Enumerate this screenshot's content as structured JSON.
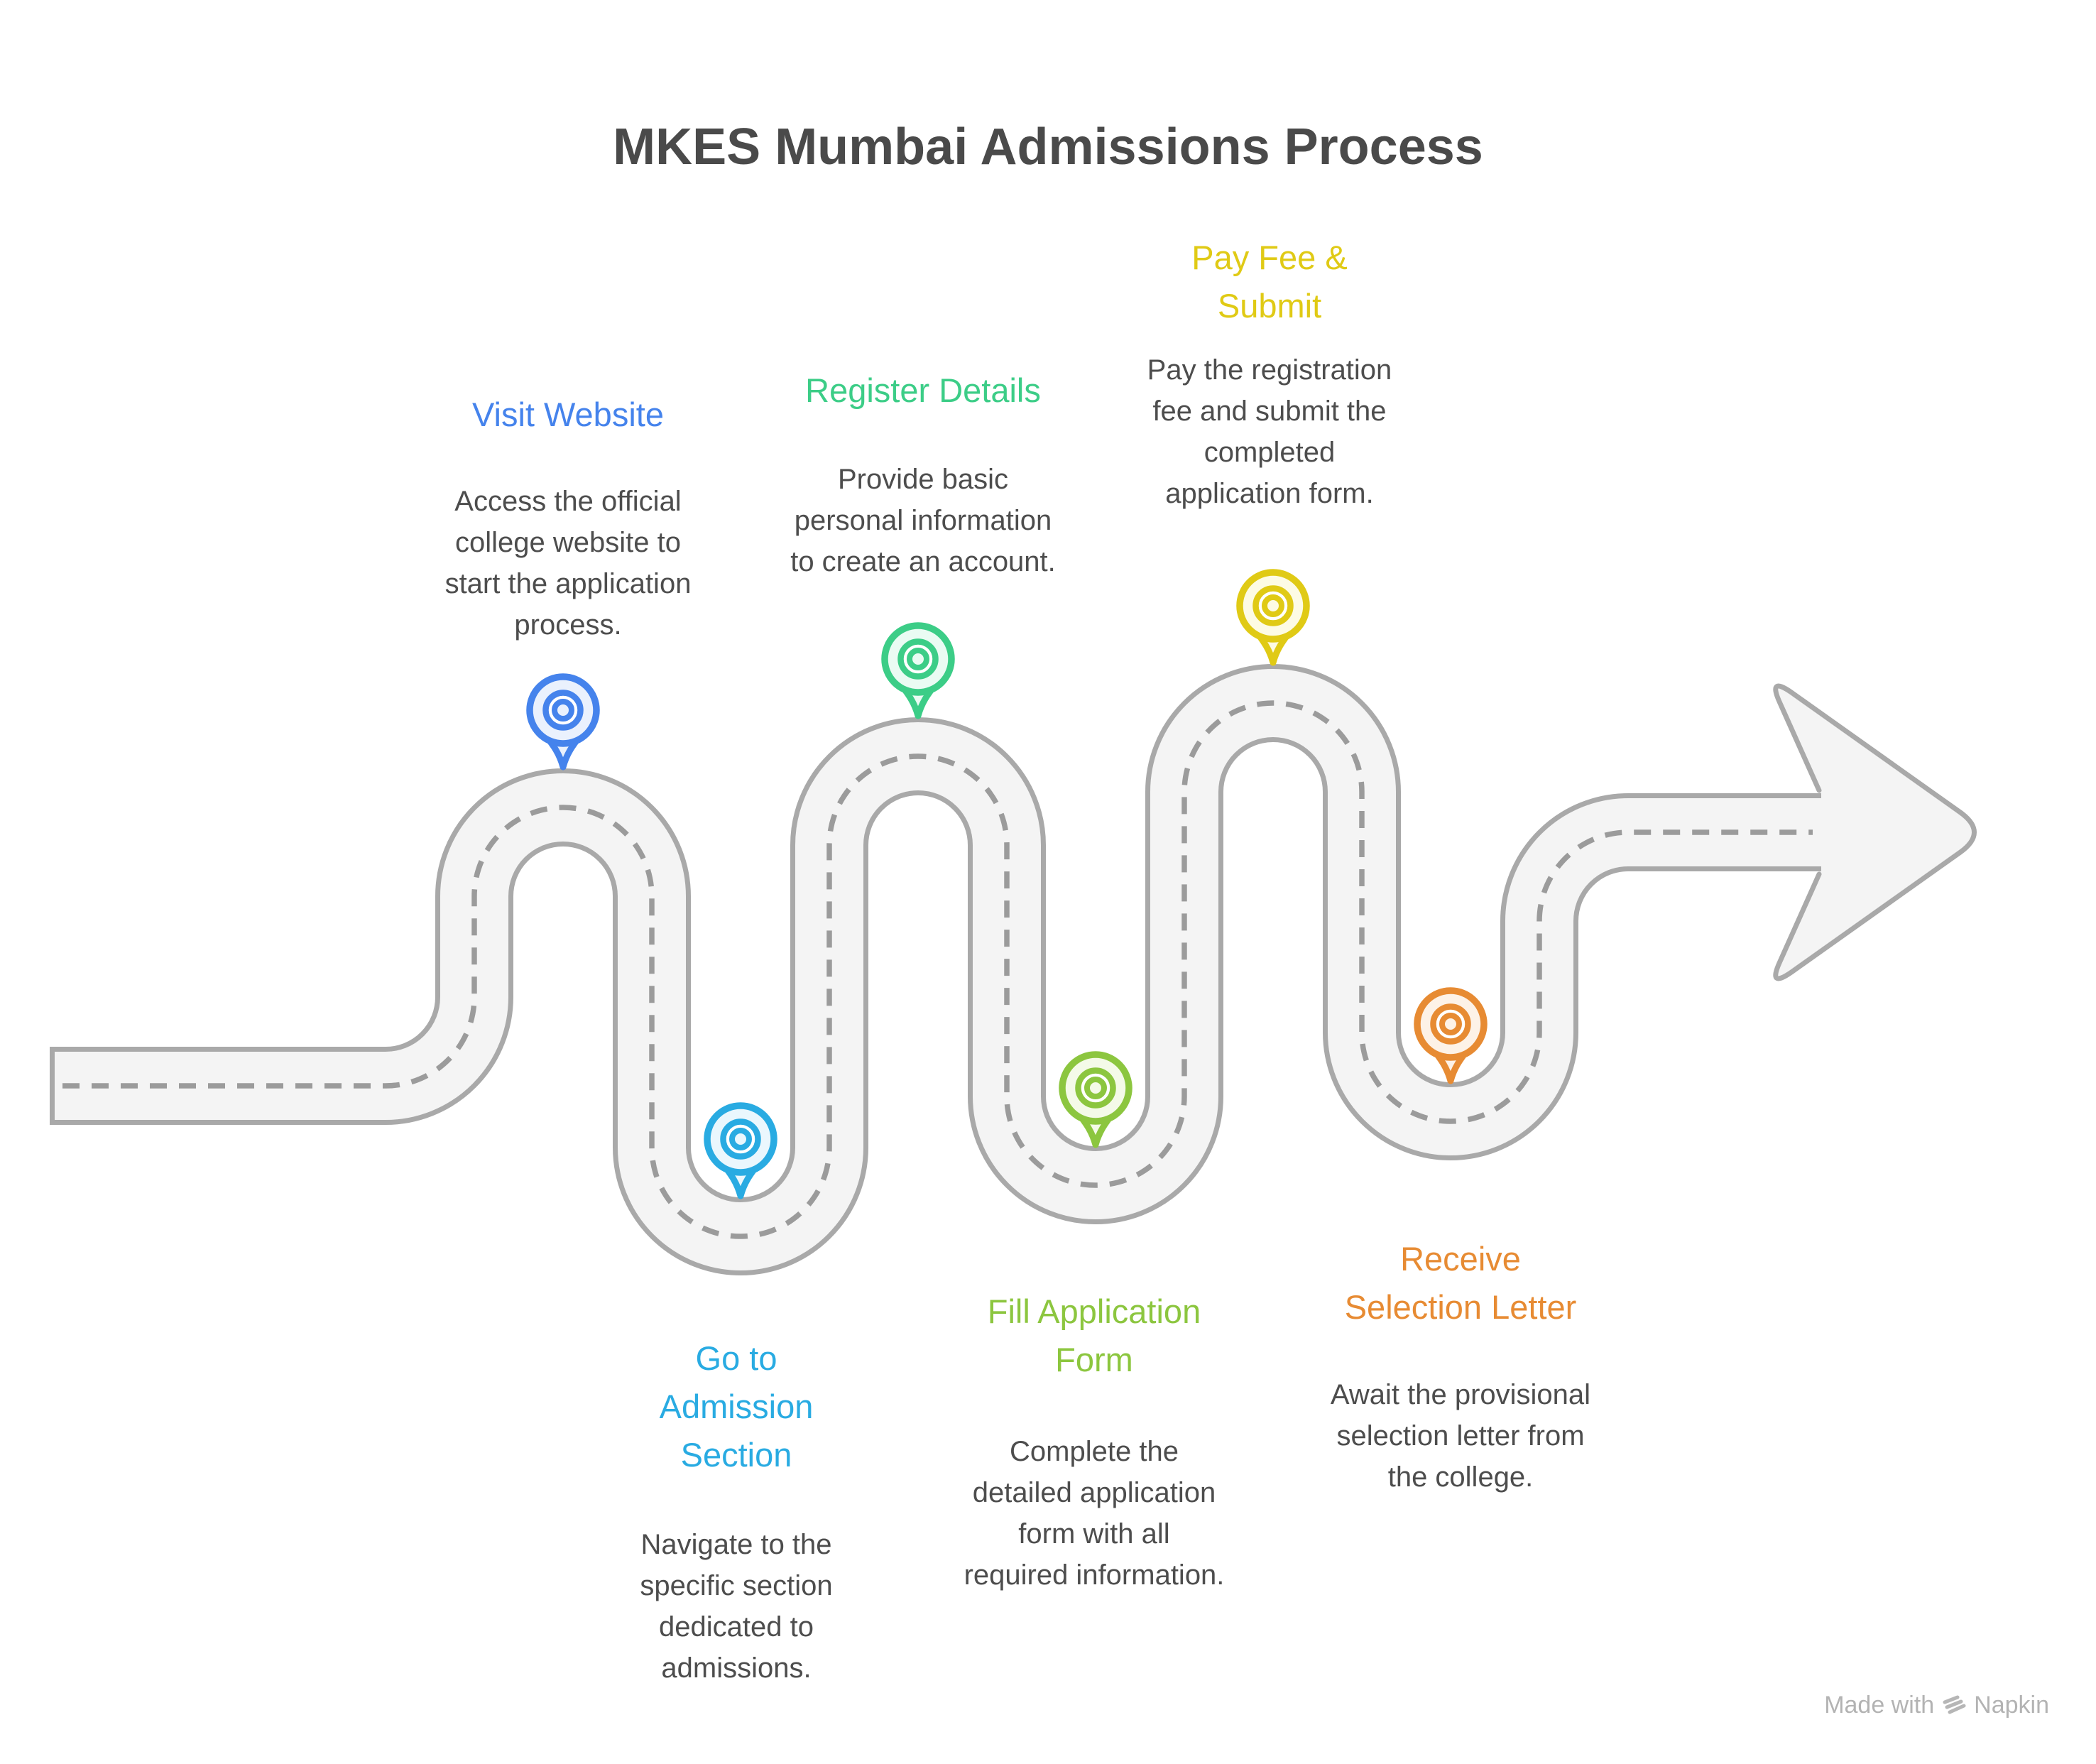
{
  "title": "MKES Mumbai Admissions Process",
  "watermark": {
    "made_with": "Made with",
    "brand": "Napkin"
  },
  "road": {
    "surface": "#F4F4F4",
    "border": "#A9A9A9",
    "dash": "#9B9B9B"
  },
  "steps": [
    {
      "id": "visit-website",
      "title": "Visit Website",
      "description": "Access the official\ncollege website to\nstart the application\nprocess.",
      "color": "#4583EC",
      "tint": "#EAF1FD"
    },
    {
      "id": "go-to-admission-section",
      "title": "Go to\nAdmission\nSection",
      "description": "Navigate to the\nspecific section\ndedicated to\nadmissions.",
      "color": "#29ABE2",
      "tint": "#EAF7FD"
    },
    {
      "id": "register-details",
      "title": "Register Details",
      "description": "Provide basic\npersonal information\nto create an account.",
      "color": "#3CCD87",
      "tint": "#EAFBF3"
    },
    {
      "id": "fill-application-form",
      "title": "Fill Application\nForm",
      "description": "Complete the\ndetailed application\nform with all\nrequired information.",
      "color": "#8CC63F",
      "tint": "#F4FAE8"
    },
    {
      "id": "pay-fee-submit",
      "title": "Pay Fee &\nSubmit",
      "description": "Pay the registration\nfee and submit the\ncompleted\napplication form.",
      "color": "#E0CA15",
      "tint": "#FDFBE4"
    },
    {
      "id": "receive-selection-letter",
      "title": "Receive\nSelection Letter",
      "description": "Await the provisional\nselection letter from\nthe college.",
      "color": "#E78B33",
      "tint": "#FDF2E7"
    }
  ]
}
